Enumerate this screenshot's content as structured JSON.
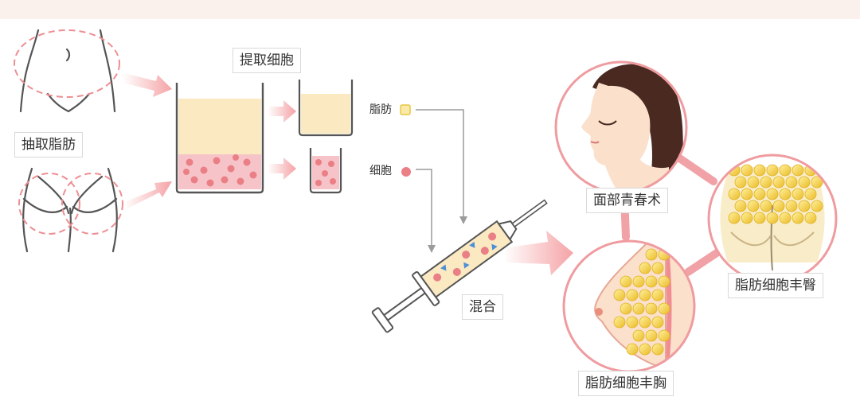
{
  "labels": {
    "extract_fat": "抽取脂肪",
    "extract_cells": "提取细胞",
    "fat": "脂肪",
    "cells": "细胞",
    "mix": "混合",
    "face": "面部青春术",
    "buttock": "脂肪细胞丰臀",
    "breast": "脂肪细胞丰胸"
  },
  "colors": {
    "top_band": "#fbf1ec",
    "arrow_pink": "#f5a3a6",
    "dashed_pink": "#ee8e93",
    "fat_yellow": "#fbe9c2",
    "cell_pink": "#f6c4c8",
    "cell_dot": "#ea7f86",
    "gold_ball": "#f4cf35",
    "blue_triangle": "#4b8fd8",
    "line_gray": "#9b9b9b",
    "ring_pink": "#ef9ca0",
    "hair_brown": "#4a2a20"
  },
  "icons": [
    "abdomen-outline-icon",
    "buttocks-outline-icon",
    "beaker-layered-icon",
    "syringe-icon",
    "face-profile-icon",
    "breast-icon",
    "buttocks-fat-icon"
  ]
}
